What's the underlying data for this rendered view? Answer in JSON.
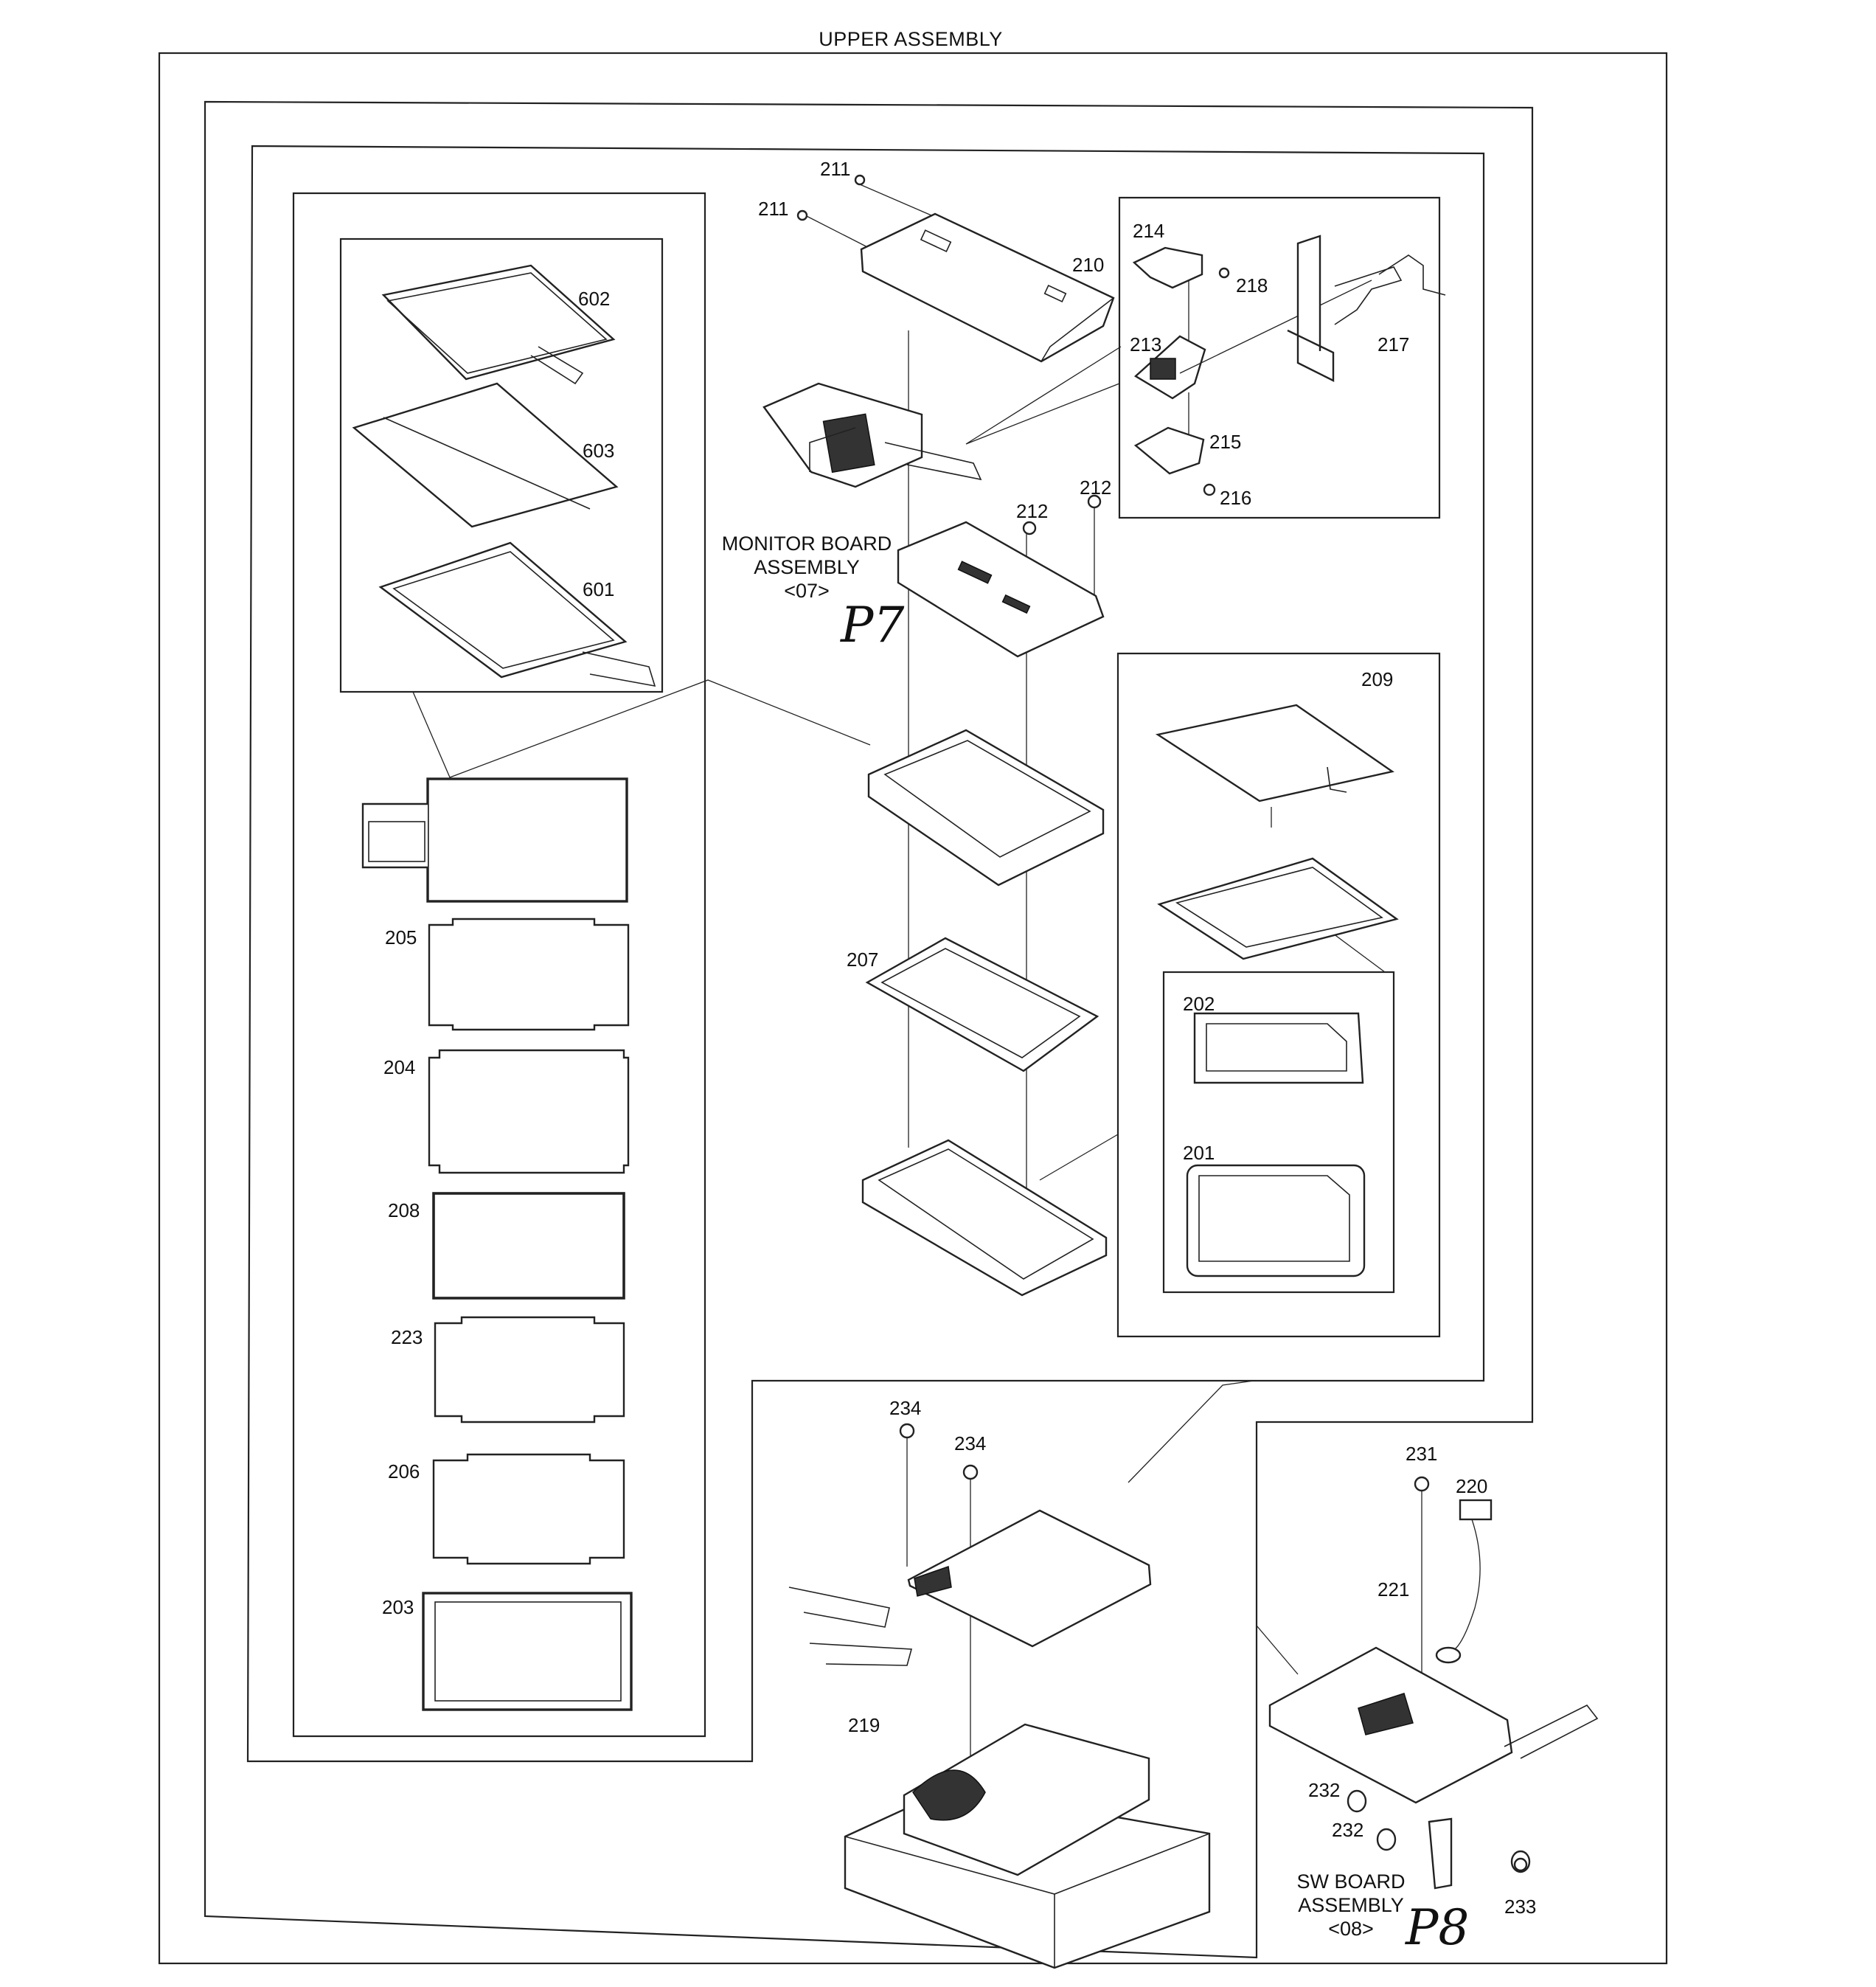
{
  "diagram": {
    "title": "UPPER ASSEMBLY",
    "assemblies": [
      {
        "id": "monitor-board",
        "name_line1": "MONITOR BOARD",
        "name_line2": "ASSEMBLY",
        "code": "<07>",
        "handwritten_page": "P7"
      },
      {
        "id": "sw-board",
        "name_line1": "SW BOARD",
        "name_line2": "ASSEMBLY",
        "code": "<08>",
        "handwritten_page": "P8"
      }
    ],
    "parts": {
      "p201": "201",
      "p202": "202",
      "p203": "203",
      "p204": "204",
      "p205": "205",
      "p206": "206",
      "p207": "207",
      "p208": "208",
      "p209": "209",
      "p210": "210",
      "p211a": "211",
      "p211b": "211",
      "p212a": "212",
      "p212b": "212",
      "p213": "213",
      "p214": "214",
      "p215": "215",
      "p216": "216",
      "p217": "217",
      "p218": "218",
      "p219": "219",
      "p220": "220",
      "p221": "221",
      "p223": "223",
      "p231": "231",
      "p232a": "232",
      "p232b": "232",
      "p233": "233",
      "p234a": "234",
      "p234b": "234",
      "p601": "601",
      "p602": "602",
      "p603": "603"
    }
  }
}
